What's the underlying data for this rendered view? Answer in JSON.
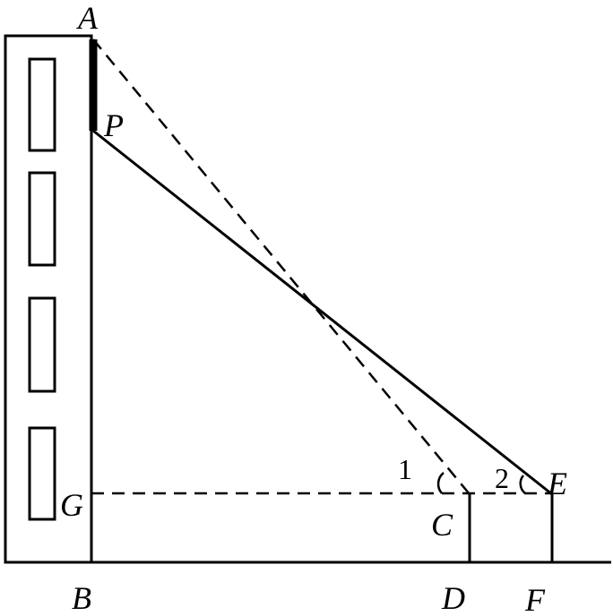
{
  "diagram": {
    "points": {
      "A": "A",
      "P": "P",
      "G": "G",
      "B": "B",
      "C": "C",
      "D": "D",
      "E": "E",
      "F": "F"
    },
    "angles": {
      "angle_1": "1",
      "angle_2": "2"
    },
    "colors": {
      "stroke": "#000000",
      "background": "#ffffff"
    }
  }
}
